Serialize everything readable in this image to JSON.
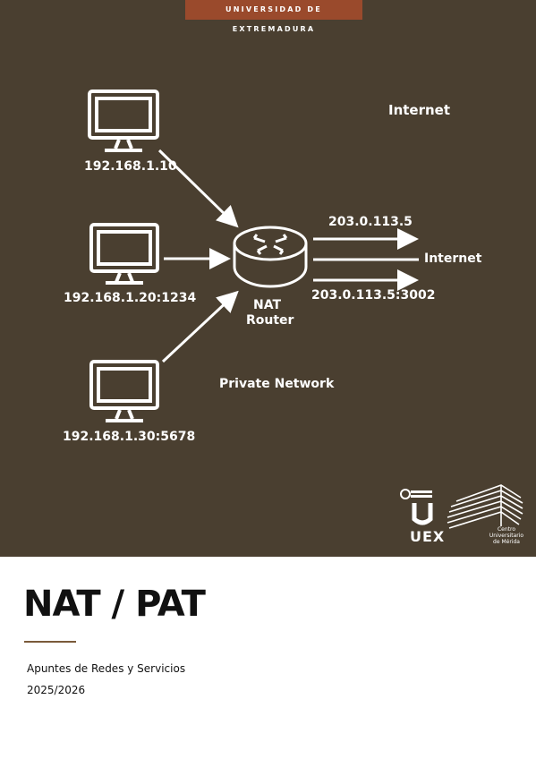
{
  "banner": "UNIVERSIDAD DE EXTREMADURA",
  "diagram": {
    "internet_top": "Internet",
    "pc1_ip": "192.168.1.10",
    "pc2_ip": "192.168.1.20:1234",
    "pc3_ip": "192.168.1.30:5678",
    "router_line1": "NAT",
    "router_line2": "Router",
    "public_ip": "203.0.113.5",
    "public_ip_port": "203.0.113.5:3002",
    "internet_right": "Internet",
    "private_network": "Private Network"
  },
  "logos": {
    "uex": "UEX",
    "centro": "Centro\nUniversitario\nde Mérida"
  },
  "document": {
    "title": "NAT / PAT",
    "subtitle": "Apuntes de Redes y Servicios",
    "year": "2025/2026"
  },
  "colors": {
    "cover_bg": "#4a3f30",
    "banner_bg": "#9a4a2c"
  }
}
